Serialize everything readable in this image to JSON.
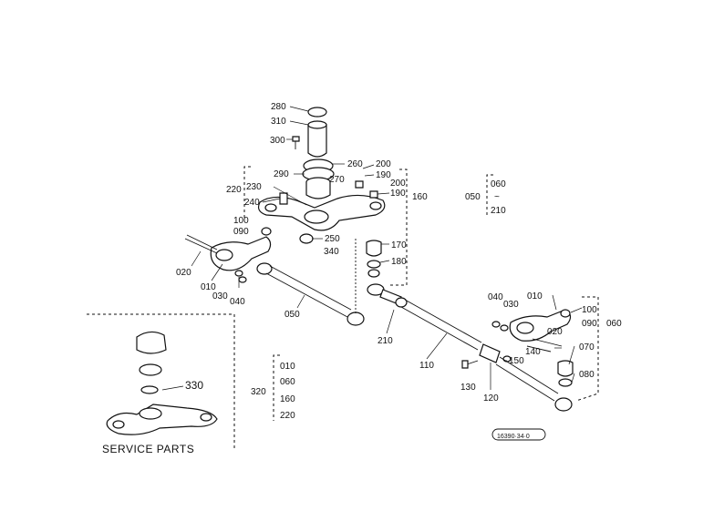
{
  "labels": {
    "p280": "280",
    "p310": "310",
    "p300": "300",
    "p260": "260",
    "p290": "290",
    "p270": "270",
    "p200a": "200",
    "p190a": "190",
    "p200b": "200",
    "p190b": "190",
    "p160": "160",
    "p220": "220",
    "p230": "230",
    "p240": "240",
    "p250": "250",
    "p340": "340",
    "p100a": "100",
    "p090a": "090",
    "p020a": "020",
    "p010a": "010",
    "p030a": "030",
    "p040a": "040",
    "p050a": "050",
    "p170": "170",
    "p180": "180",
    "p210a": "210",
    "p110": "110",
    "p130": "130",
    "p120": "120",
    "p150": "150",
    "p140": "140",
    "p040b": "040",
    "p030b": "030",
    "p010b": "010",
    "p020b": "020",
    "p100b": "100",
    "p090b": "090",
    "p060": "060",
    "p070": "070",
    "p080": "080",
    "p330": "330"
  },
  "group_050": {
    "label": "050",
    "items": [
      "060",
      "~",
      "210"
    ]
  },
  "group_320": {
    "label": "320",
    "items": [
      "010",
      "060",
      "160",
      "220"
    ]
  },
  "service_parts": "SERVICE PARTS",
  "drawing_code": "16390·34·0"
}
